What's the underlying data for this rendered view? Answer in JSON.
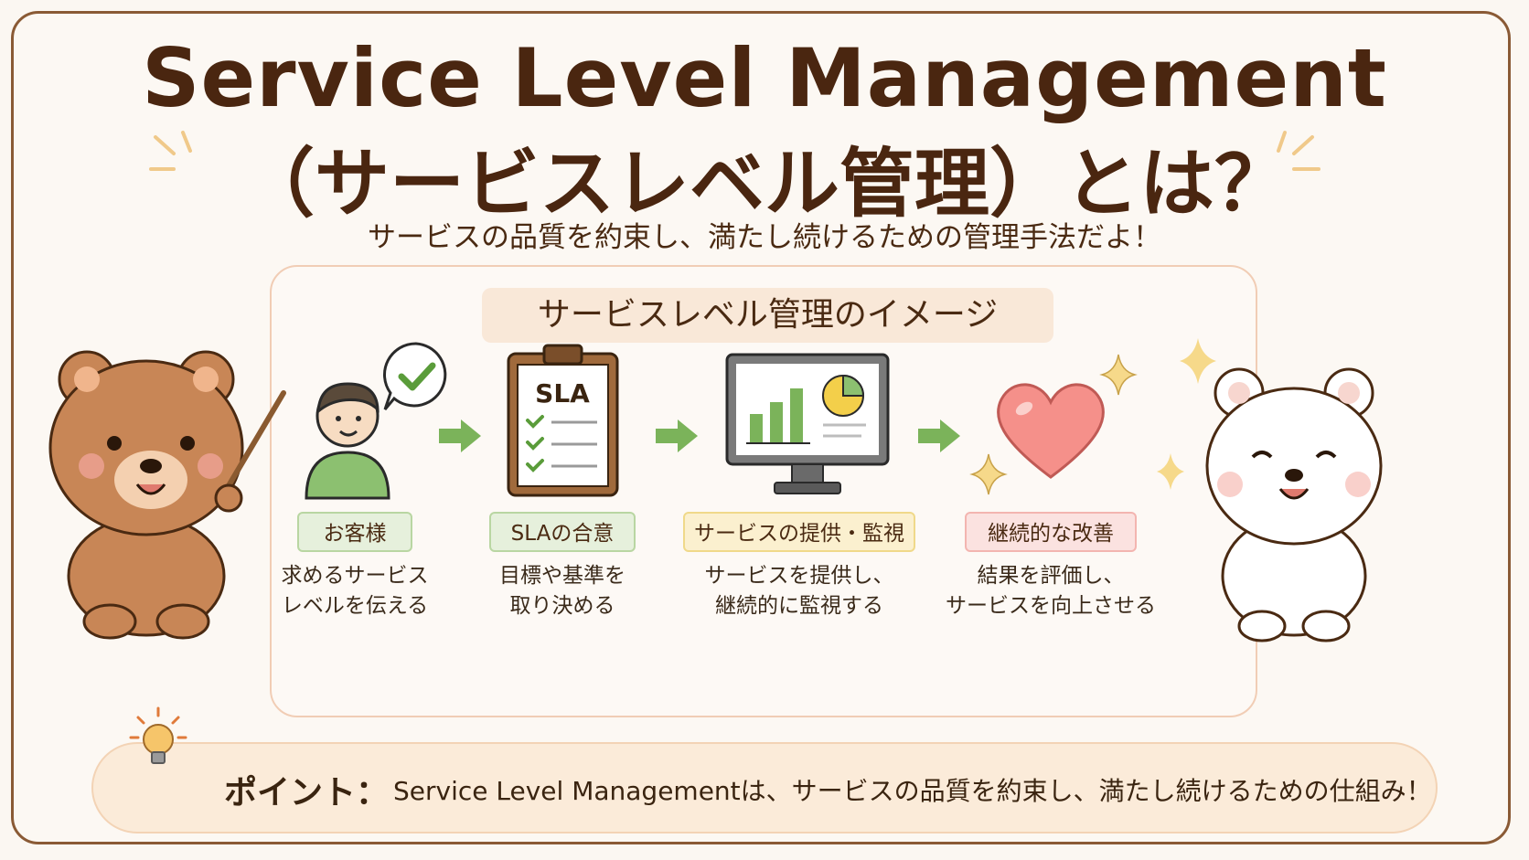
{
  "title": {
    "line1": "Service Level Management",
    "line2": "（サービスレベル管理）とは？"
  },
  "subtitle": "サービスの品質を約束し、満たし続けるための管理手法だよ！",
  "panel": {
    "title": "サービスレベル管理のイメージ",
    "steps": [
      {
        "label": "お客様",
        "desc1": "求めるサービス",
        "desc2": "レベルを伝える",
        "color": "#e6f0dc"
      },
      {
        "label": "SLAの合意",
        "desc1": "目標や基準を",
        "desc2": "取り決める",
        "color": "#e6f0dc"
      },
      {
        "label": "サービスの提供・監視",
        "desc1": "サービスを提供し、",
        "desc2": "継続的に監視する",
        "color": "#fbf0cf"
      },
      {
        "label": "継続的な改善",
        "desc1": "結果を評価し、",
        "desc2": "サービスを向上させる",
        "color": "#fbe2e0"
      }
    ],
    "clipboard_text": "SLA"
  },
  "point": {
    "head": "ポイント：",
    "text": "Service Level Managementは、サービスの品質を約束し、満たし続けるための仕組み！"
  },
  "icons": [
    "lightbulb-icon",
    "check-bubble-icon",
    "arrow-right-icon",
    "clipboard-icon",
    "monitor-chart-icon",
    "heart-icon",
    "sparkle-icon"
  ],
  "colors": {
    "brown": "#4a2610",
    "green": "#7bb35a",
    "accent": "#f3d3b5"
  }
}
